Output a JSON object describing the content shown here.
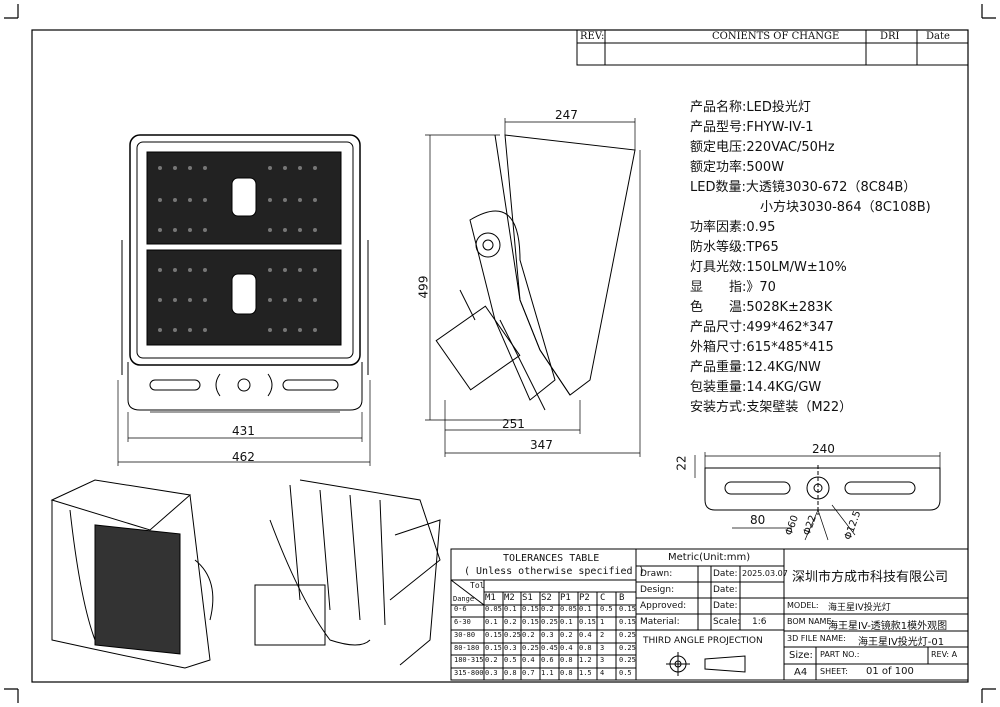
{
  "rev_block": {
    "rev": "REV:",
    "contents": "CONIENTS OF CHANGE",
    "dri": "DRI",
    "date": "Date"
  },
  "dimensions": {
    "front_height": "499",
    "front_inner_width": "431",
    "front_outer_width": "462",
    "side_top": "247",
    "side_bottom_inner": "251",
    "side_bottom_outer": "347",
    "bracket_length": "240",
    "bracket_height": "22",
    "bracket_offset": "80",
    "hole_d60": "Φ60",
    "hole_d22": "Φ22",
    "hole_d12": "Φ12.5"
  },
  "specs": [
    {
      "label": "产品名称:",
      "value": "LED投光灯"
    },
    {
      "label": "产品型号:",
      "value": "FHYW-IV-1"
    },
    {
      "label": "额定电压:",
      "value": "220VAC/50Hz"
    },
    {
      "label": "额定功率:",
      "value": "500W"
    },
    {
      "label": "LED数量:",
      "value": "大透镜3030-672（8C84B）"
    },
    {
      "label": "",
      "value": "小方块3030-864（8C108B)"
    },
    {
      "label": "功率因素:",
      "value": "0.95"
    },
    {
      "label": "防水等级:",
      "value": "TP65"
    },
    {
      "label": "灯具光效:",
      "value": "150LM/W±10%"
    },
    {
      "label": "显　　指:",
      "value": "》70"
    },
    {
      "label": "色　　温:",
      "value": "5028K±283K"
    },
    {
      "label": "产品尺寸:",
      "value": "499*462*347"
    },
    {
      "label": "外箱尺寸:",
      "value": "615*485*415"
    },
    {
      "label": "产品重量:",
      "value": "12.4KG/NW"
    },
    {
      "label": "包装重量:",
      "value": "14.4KG/GW"
    },
    {
      "label": "安装方式:",
      "value": "支架壁装（M22）"
    }
  ],
  "tolerance": {
    "title": "TOLERANCES TABLE",
    "subtitle": "( Unless otherwise specified )",
    "corner_top": "Tol",
    "corner_bottom": "Dange",
    "columns": [
      "M1",
      "M2",
      "S1",
      "S2",
      "P1",
      "P2",
      "C",
      "B"
    ],
    "rows": [
      {
        "range": "0-6",
        "vals": [
          "0.05",
          "0.1",
          "0.15",
          "0.2",
          "0.05",
          "0.1",
          "0.5",
          "0.15"
        ]
      },
      {
        "range": "6-30",
        "vals": [
          "0.1",
          "0.2",
          "0.15",
          "0.25",
          "0.1",
          "0.15",
          "1",
          "0.15"
        ]
      },
      {
        "range": "30-80",
        "vals": [
          "0.15",
          "0.25",
          "0.2",
          "0.3",
          "0.2",
          "0.4",
          "2",
          "0.25"
        ]
      },
      {
        "range": "80-180",
        "vals": [
          "0.15",
          "0.3",
          "0.25",
          "0.45",
          "0.4",
          "0.8",
          "3",
          "0.25"
        ]
      },
      {
        "range": "180-315",
        "vals": [
          "0.2",
          "0.5",
          "0.4",
          "0.6",
          "0.8",
          "1.2",
          "3",
          "0.25"
        ]
      },
      {
        "range": "315-800",
        "vals": [
          "0.3",
          "0.8",
          "0.7",
          "1.1",
          "0.8",
          "1.5",
          "4",
          "0.5"
        ]
      }
    ]
  },
  "title_block": {
    "metric": "Metric(Unit:mm)",
    "drawn": "Drawn:",
    "design": "Design:",
    "approved": "Approved:",
    "material": "Material:",
    "date_label": "Date:",
    "drawn_date": "2025.03.07",
    "scale_label": "Scale:",
    "scale_value": "1:6",
    "projection": "THIRD ANGLE PROJECTION",
    "company": "深圳市方成市科技有限公司",
    "model_label": "MODEL:",
    "model_value": "海王星IV投光灯",
    "bom_label": "BOM NAME:",
    "bom_value": "海王星IV-透镜款1模外观图",
    "file_label": "3D FILE NAME:",
    "file_value": "海王星IV投光灯-01",
    "size_label": "Size:",
    "size_value": "A4",
    "part_label": "PART NO.:",
    "rev_label": "REV: A",
    "sheet_label": "SHEET:",
    "sheet_value": "01 of 100"
  }
}
